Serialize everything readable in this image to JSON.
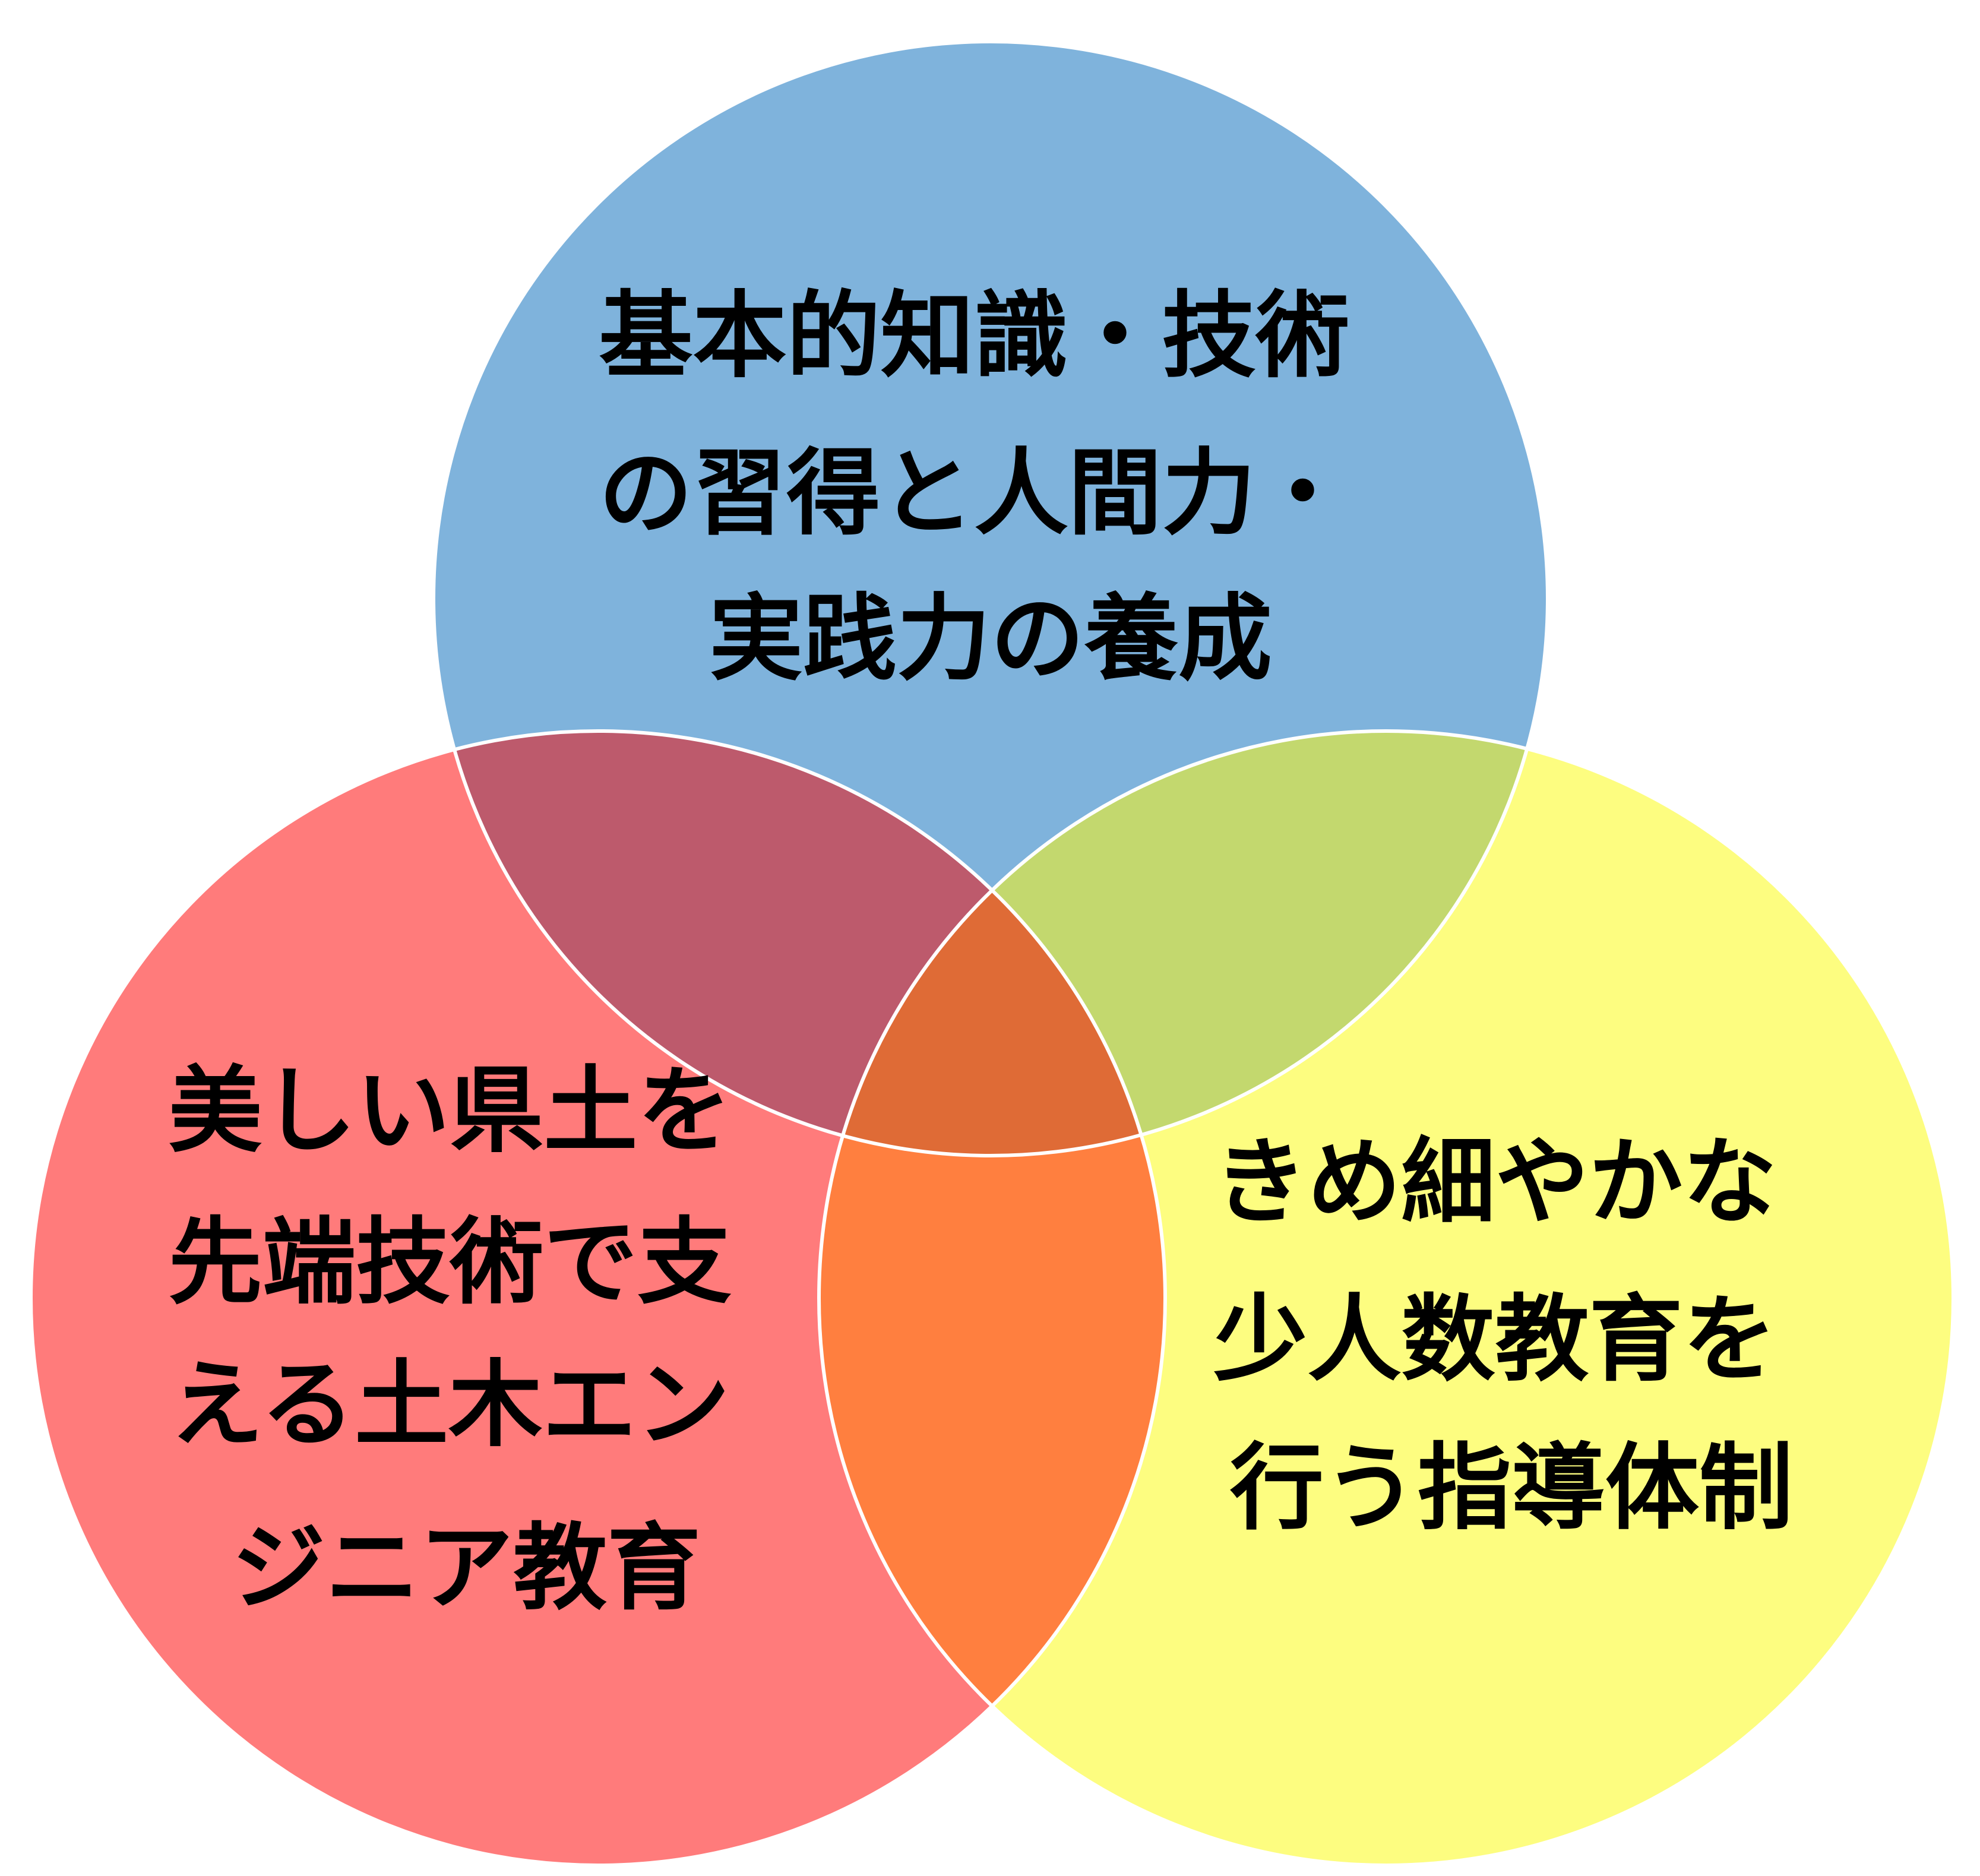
{
  "diagram": {
    "type": "venn-3",
    "colors": {
      "top": "#7fb3dc",
      "left": "#ff7b7b",
      "right": "#fdfd80",
      "top_left": "#bd5a6c",
      "top_right": "#c3d86e",
      "left_right": "#ff7f3f",
      "center": "#df6b36",
      "outline": "#ffffff",
      "text": "#000000"
    },
    "circles": {
      "top": {
        "lines": [
          "基本的知識・技術",
          "の習得と人間力・",
          "実践力の養成"
        ]
      },
      "left": {
        "lines": [
          "美しい県土を",
          "先端技術で支",
          "える土木エン",
          "ジニア教育"
        ]
      },
      "right": {
        "lines": [
          "きめ細やかな",
          "少人数教育を",
          "行う指導体制"
        ]
      }
    }
  }
}
